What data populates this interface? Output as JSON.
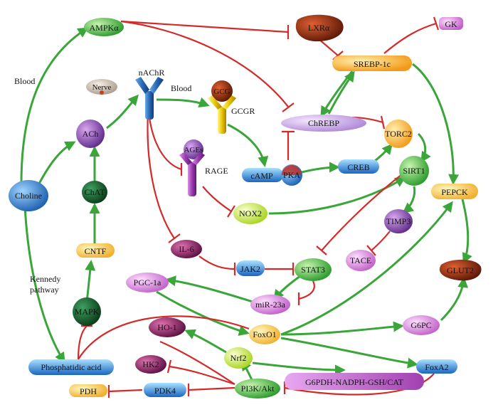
{
  "nodes": {
    "ampk": "AMPKα",
    "lxr": "LXRα",
    "gk": "GK",
    "srebp": "SREBP-1c",
    "nerve": "Nerve",
    "nachr": "nAChR",
    "gcg": "GCG",
    "gcgr": "GCGR",
    "chrebp": "ChREBP",
    "torc2": "TORC2",
    "ach": "ACh",
    "choline": "Choline",
    "chat": "ChAT",
    "ages": "AGEs",
    "rage": "RAGE",
    "camp": "cAMP",
    "pka": "PKA",
    "creb": "CREB",
    "sirt1": "SIRT1",
    "pepck": "PEPCK",
    "nox2": "NOX2",
    "timp3": "TIMP3",
    "cntf": "CNTF",
    "il6": "IL-6",
    "jak2": "JAK2",
    "stat3": "STAT3",
    "tace": "TACE",
    "glut2": "GLUT2",
    "pgc1a": "PGC-1a",
    "mir23a": "miR-23a",
    "mapk": "MAPK",
    "ho1": "HO-1",
    "foxo1": "FoxO1",
    "g6pc": "G6PC",
    "nrf2": "Nrf2",
    "phosphatidic": "Phosphatidic acid",
    "hk2": "HK2",
    "g6pdh": "G6PDH-NADPH-GSH/CAT",
    "foxa2": "FoxA2",
    "pdh": "PDH",
    "pdk4": "PDK4",
    "pi3k": "PI3K/Akt"
  },
  "labels": {
    "blood_left": "Blood",
    "blood_top": "Blood",
    "kennedy_line1": "Kennedy",
    "kennedy_line2": "pathway"
  },
  "colors": {
    "activation": "#3aa63a",
    "inhibition": "#d42a2a"
  }
}
